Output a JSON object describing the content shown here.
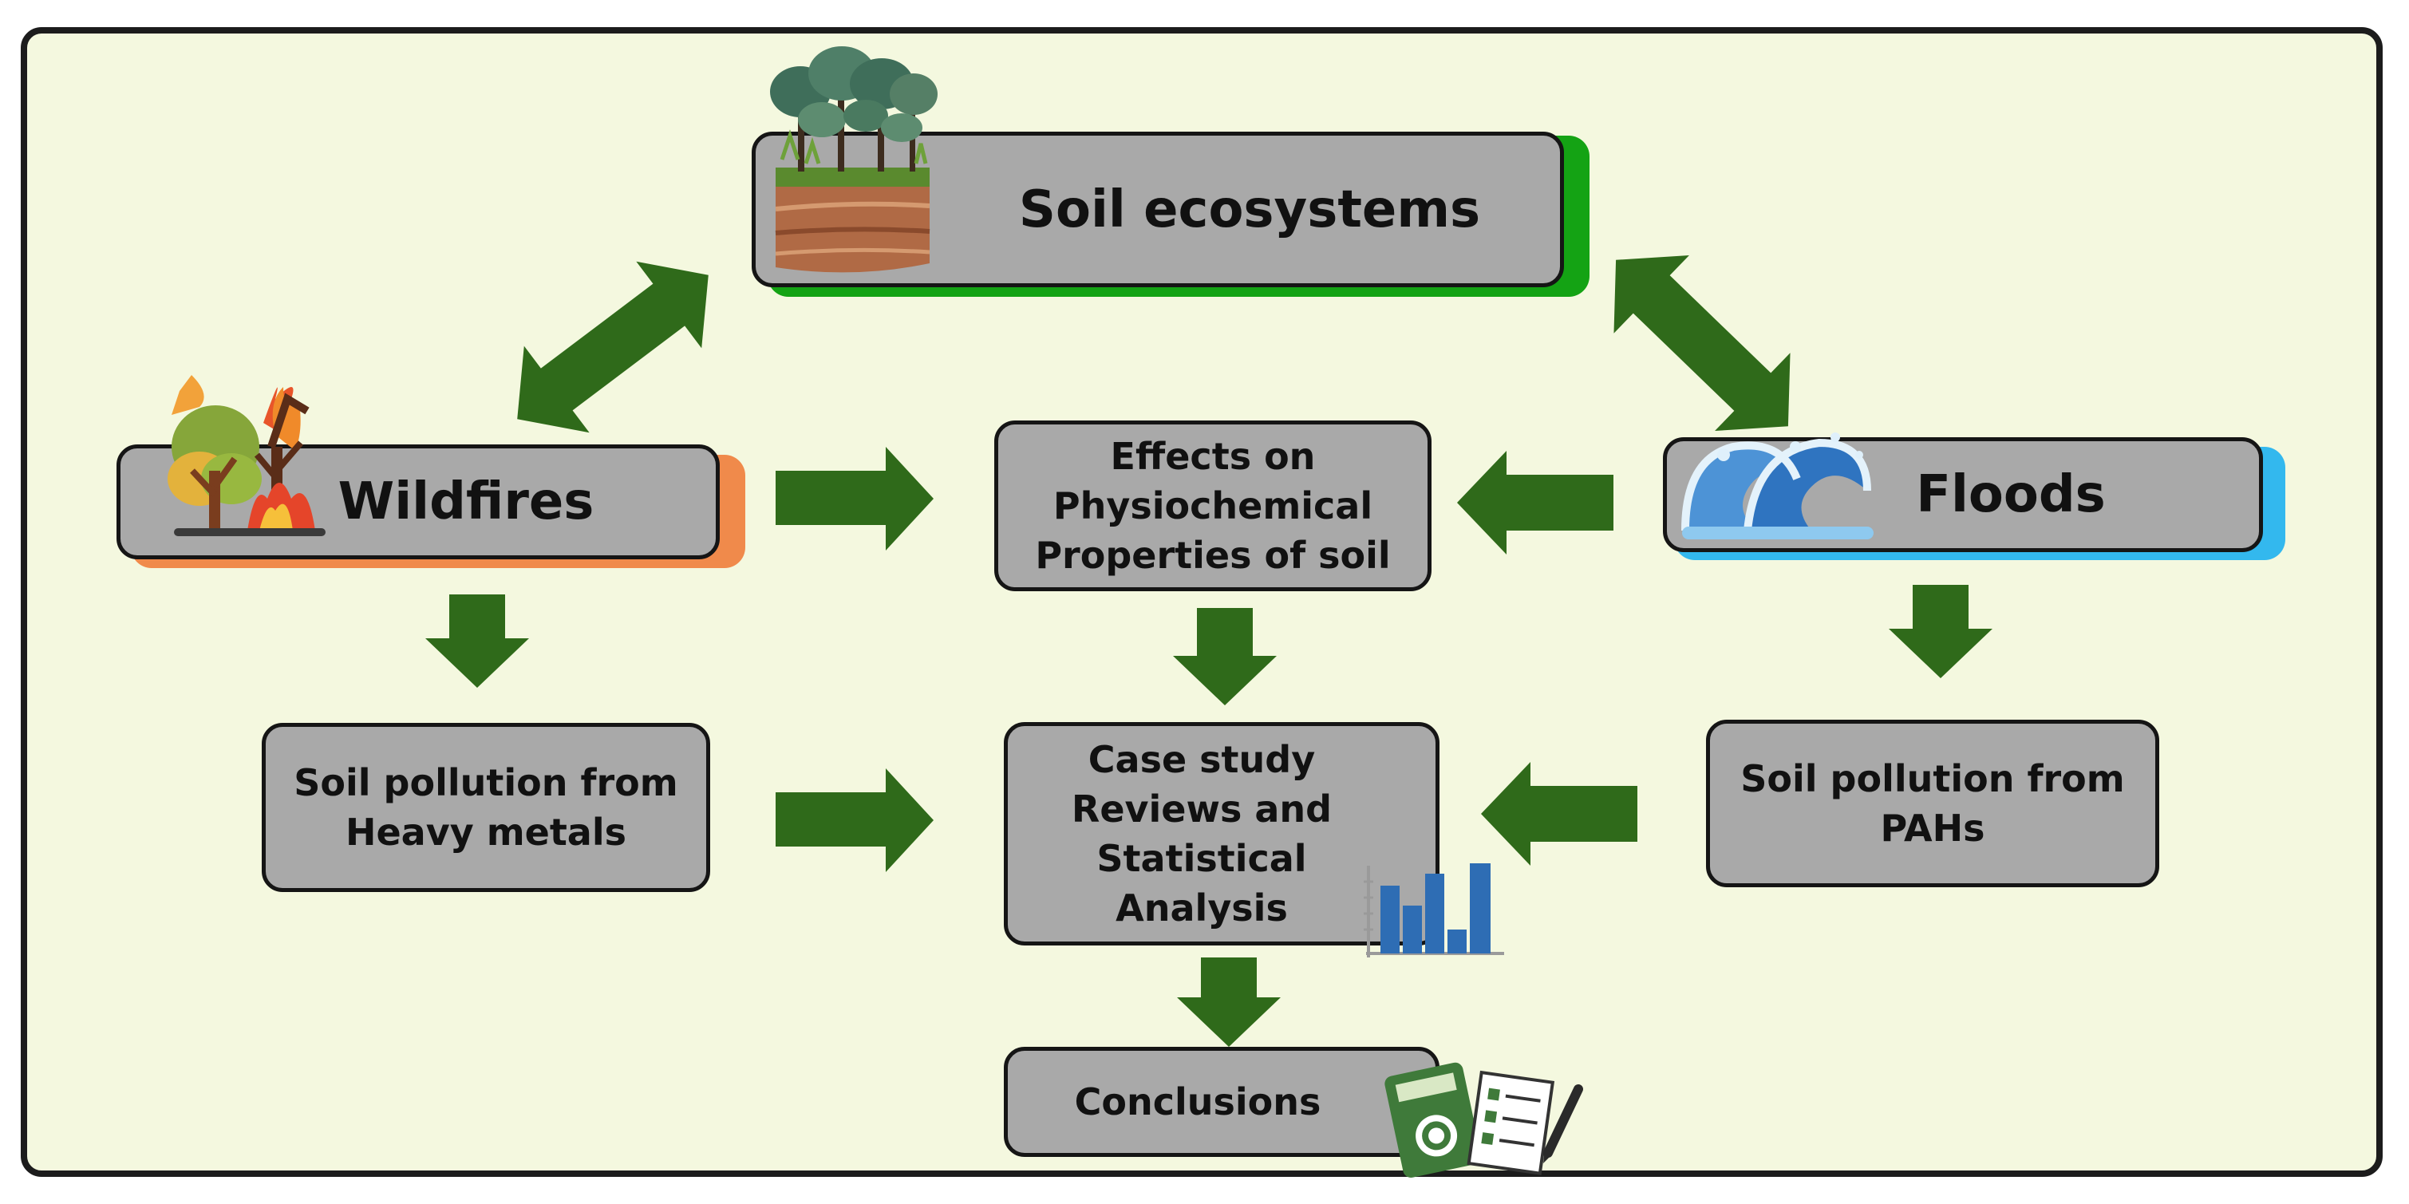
{
  "nodes": {
    "soil_ecosystems": "Soil ecosystems",
    "wildfires": "Wildfires",
    "floods": "Floods",
    "effects": "Effects on\nPhysiochemical\nProperties of soil",
    "pollution_metals": "Soil pollution from\nHeavy metals",
    "case_study": "Case study\nReviews and\nStatistical\nAnalysis",
    "pollution_pahs": "Soil pollution from\nPAHs",
    "conclusions": "Conclusions"
  },
  "colors": {
    "background": "#f4f8df",
    "node_fill": "#a9a9a9",
    "arrow": "#2f6a1a",
    "soil_shadow": "#14a314",
    "wildfire_shadow": "#f08a4b",
    "flood_shadow": "#33b8ee",
    "chart_bars": "#2e6db4"
  },
  "icons": {
    "soil_ecosystems": "forest-soil-icon",
    "wildfires": "burning-trees-icon",
    "floods": "ocean-wave-icon",
    "case_study": "bar-chart-icon",
    "conclusions": "calculator-checklist-icon"
  }
}
